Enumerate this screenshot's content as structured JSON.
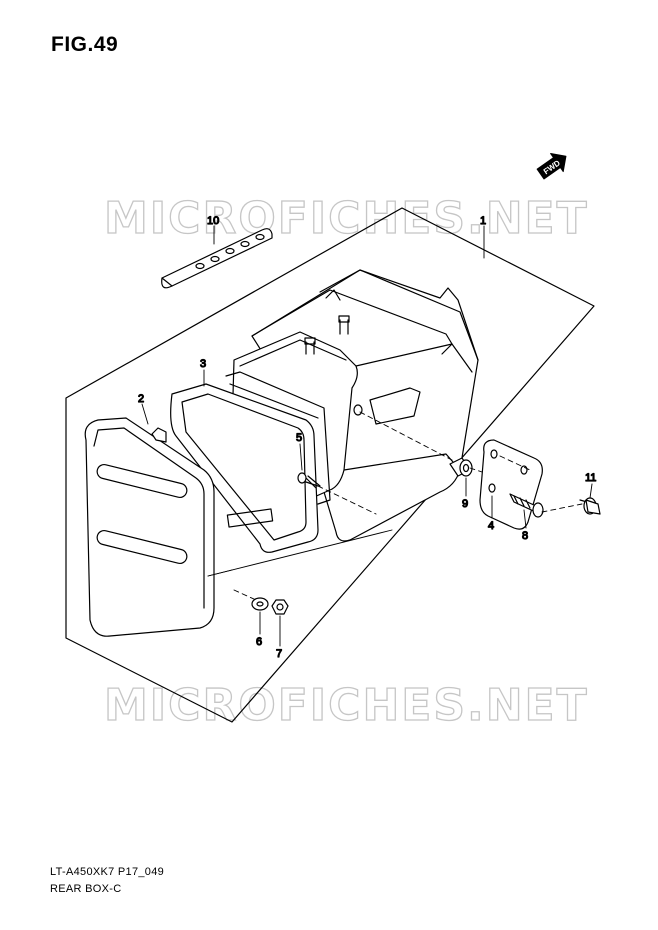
{
  "figure": {
    "title": "FIG.49"
  },
  "watermark": {
    "text": "MICROFICHES.NET"
  },
  "fwd_marker": {
    "label": "FWD",
    "icon": "fwd-arrow-icon"
  },
  "callouts": [
    {
      "id": "callout-1",
      "label": "1"
    },
    {
      "id": "callout-2",
      "label": "2"
    },
    {
      "id": "callout-3",
      "label": "3"
    },
    {
      "id": "callout-4",
      "label": "4"
    },
    {
      "id": "callout-5",
      "label": "5"
    },
    {
      "id": "callout-6",
      "label": "6"
    },
    {
      "id": "callout-7",
      "label": "7"
    },
    {
      "id": "callout-8",
      "label": "8"
    },
    {
      "id": "callout-9",
      "label": "9"
    },
    {
      "id": "callout-10",
      "label": "10"
    },
    {
      "id": "callout-11",
      "label": "11"
    }
  ],
  "caption": {
    "code": "LT-A450XK7 P17_049",
    "name": "REAR BOX-C"
  }
}
